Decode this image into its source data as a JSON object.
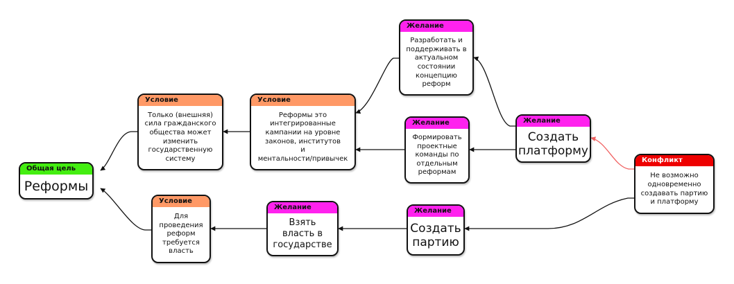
{
  "colors": {
    "goal": "#44ee11",
    "condition": "#ff9966",
    "desire": "#ff22ee",
    "conflict": "#ee0000",
    "edge": "#111111",
    "conflict_edge": "#f06060"
  },
  "nodes": {
    "goal": {
      "type": "Общая цель",
      "text": "Реформы"
    },
    "cond_civil": {
      "type": "Условие",
      "text": "Только (внешняя)\nсила гражданского\nобщества может\nизменить\nгосударственную\nсистему"
    },
    "cond_integrated": {
      "type": "Условие",
      "text": "Реформы это\nинтегрированные\nкампании на уровне\nзаконов, институтов\nи\nментальности/привычек"
    },
    "desire_concept": {
      "type": "Желание",
      "text": "Разработать и\nподдерживать в\nактуальном\nсостоянии\nконцепцию\nреформ"
    },
    "desire_teams": {
      "type": "Желание",
      "text": "Формировать\nпроектные\nкоманды по\nотдельным\nреформам"
    },
    "desire_platform": {
      "type": "Желание",
      "text": "Создать\nплатформу"
    },
    "conflict": {
      "type": "Конфликт",
      "text": "Не возможно\nодновременно\nсоздавать партию\nи платформу"
    },
    "cond_power": {
      "type": "Условие",
      "text": "Для\nпроведения\nреформ\nтребуется\nвласть"
    },
    "desire_power": {
      "type": "Желание",
      "text": "Взять\nвласть в\nгосударстве"
    },
    "desire_party": {
      "type": "Желание",
      "text": "Создать\nпартию"
    }
  },
  "edges": [
    {
      "from": "cond_civil",
      "to": "goal",
      "kind": "normal"
    },
    {
      "from": "cond_power",
      "to": "goal",
      "kind": "normal"
    },
    {
      "from": "cond_integrated",
      "to": "cond_civil",
      "kind": "normal"
    },
    {
      "from": "desire_concept",
      "to": "cond_integrated",
      "kind": "normal"
    },
    {
      "from": "desire_teams",
      "to": "cond_integrated",
      "kind": "normal"
    },
    {
      "from": "desire_platform",
      "to": "desire_concept",
      "kind": "normal"
    },
    {
      "from": "desire_platform",
      "to": "desire_teams",
      "kind": "normal"
    },
    {
      "from": "conflict",
      "to": "desire_platform",
      "kind": "conflict"
    },
    {
      "from": "conflict",
      "to": "desire_party",
      "kind": "normal"
    },
    {
      "from": "desire_party",
      "to": "desire_power",
      "kind": "normal"
    },
    {
      "from": "desire_power",
      "to": "cond_power",
      "kind": "normal"
    }
  ]
}
